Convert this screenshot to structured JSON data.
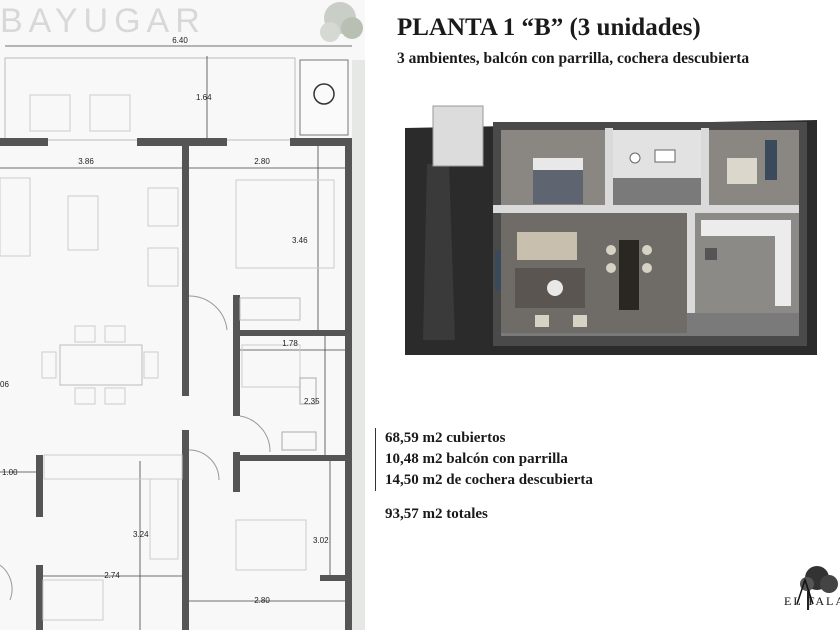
{
  "brand": "BAYUGAR",
  "plan": {
    "dimensions": [
      "6.40",
      "1.64",
      "3.86",
      "2.80",
      "3.46",
      "1.78",
      "06",
      "2.35",
      "1.00",
      "3.24",
      "3.02",
      "2.74",
      "2.80"
    ]
  },
  "header": {
    "title": "PLANTA 1 “B” (3 unidades)",
    "subtitle": "3 ambientes, balcón con parrilla, cochera descubierta"
  },
  "areas": [
    "68,59 m2 cubiertos",
    "10,48 m2 balcón con parrilla",
    "14,50 m2 de cochera descubierta"
  ],
  "total": "93,57 m2 totales",
  "logo": {
    "text": "EL TALA",
    "icon": "tree-icon"
  }
}
